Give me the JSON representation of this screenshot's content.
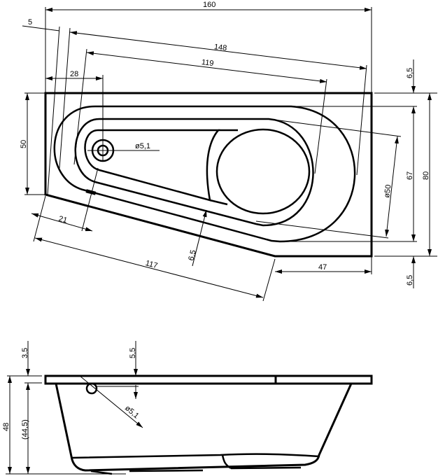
{
  "top_view": {
    "dims": {
      "overall_length": "160",
      "offset_left": "5",
      "slant_length": "148",
      "inner_length": "119",
      "drain_offset": "28",
      "left_width": "50",
      "drain_diameter": "ø5,1",
      "rim_top": "6,5",
      "inner_width": "67",
      "overall_width": "80",
      "circle_diameter": "ø50",
      "drain_slant_offset": "21",
      "front_length": "117",
      "rim_front": "6,5",
      "right_straight": "47",
      "rim_bottom": "6,5"
    }
  },
  "side_view": {
    "dims": {
      "rim_thickness": "3,5",
      "overflow_offset": "5,5",
      "overflow_diameter": "ø5,1",
      "total_height": "48",
      "inner_depth": "(44,5)"
    }
  }
}
